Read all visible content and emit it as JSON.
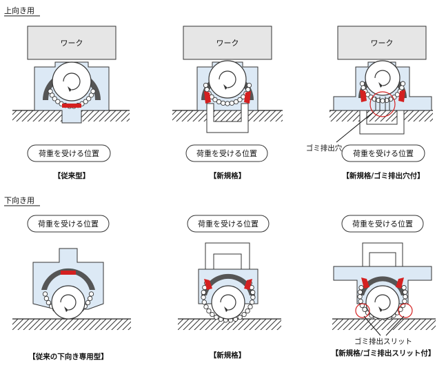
{
  "sections": {
    "top_title": "上向き用",
    "bottom_title": "下向き用"
  },
  "work_label": "ワーク",
  "load_label": "荷重を受ける位置",
  "captions": {
    "top_left": "【従来型】",
    "top_mid": "【新規格】",
    "top_right": "【新規格/ゴミ排出穴付】",
    "bot_left": "【従来の下向き専用型】",
    "bot_mid": "【新規格】",
    "bot_right": "【新規格/ゴミ排出スリット付】"
  },
  "notes": {
    "dust_hole": "ゴミ排出穴",
    "dust_slit": "ゴミ排出スリット"
  },
  "colors": {
    "housing": "#dce9f5",
    "dark_part": "#555555",
    "load_red": "#d42020",
    "work_box": "#e6e6e6",
    "ground": "#222222"
  }
}
